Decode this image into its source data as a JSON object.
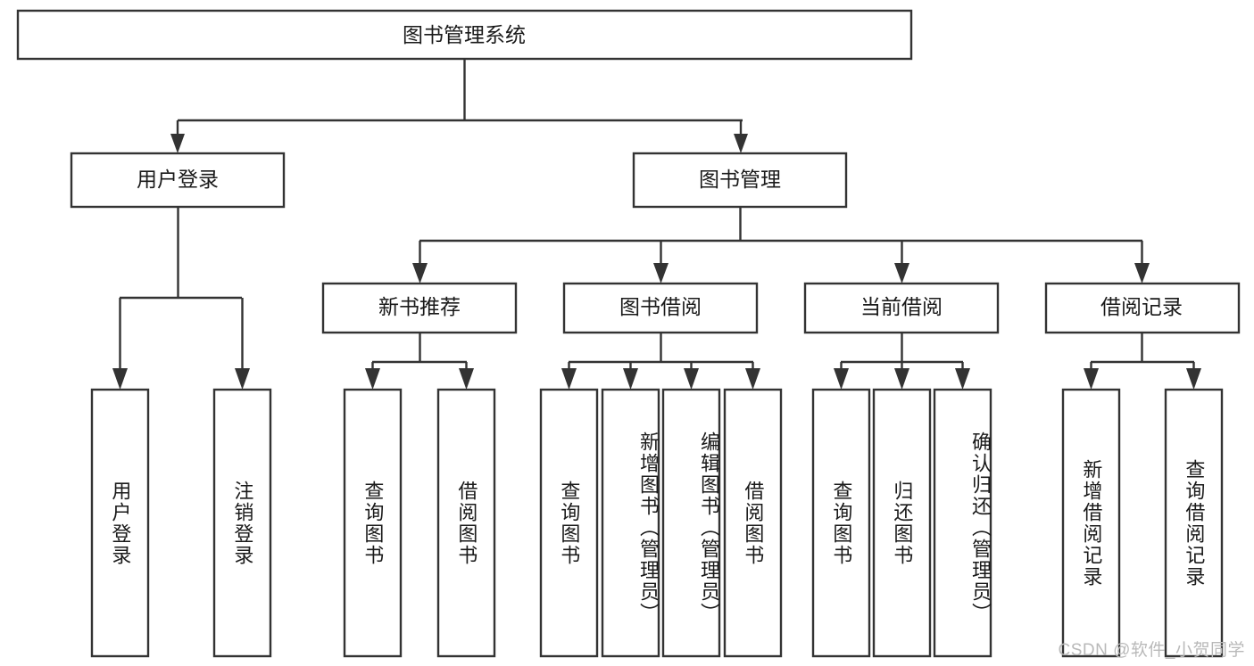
{
  "diagram": {
    "title": "图书管理系统",
    "type": "tree",
    "orientation": "top-down",
    "colors": {
      "background": "#ffffff",
      "box_fill": "#ffffff",
      "box_stroke": "#333333",
      "text": "#1a1a1a",
      "watermark": "#b9b9b9"
    },
    "watermark": "CSDN @软件_小贺同学",
    "nodes": {
      "root": {
        "label": "图书管理系统",
        "level": 0,
        "orientation": "horizontal"
      },
      "level2": [
        {
          "label": "用户登录",
          "orientation": "horizontal"
        },
        {
          "label": "图书管理",
          "orientation": "horizontal"
        }
      ],
      "level3": [
        {
          "label": "新书推荐",
          "orientation": "horizontal"
        },
        {
          "label": "图书借阅",
          "orientation": "horizontal"
        },
        {
          "label": "当前借阅",
          "orientation": "horizontal"
        },
        {
          "label": "借阅记录",
          "orientation": "horizontal"
        }
      ],
      "leaves": {
        "user_login": [
          {
            "label": "用户登录",
            "orientation": "vertical"
          },
          {
            "label": "注销登录",
            "orientation": "vertical"
          }
        ],
        "new_book_recommend": [
          {
            "label": "查询图书",
            "orientation": "vertical"
          },
          {
            "label": "借阅图书",
            "orientation": "vertical"
          }
        ],
        "book_borrow": [
          {
            "label": "查询图书",
            "orientation": "vertical"
          },
          {
            "label": "新增图书（管理员）",
            "orientation": "vertical"
          },
          {
            "label": "编辑图书（管理员）",
            "orientation": "vertical"
          },
          {
            "label": "借阅图书",
            "orientation": "vertical"
          }
        ],
        "current_borrow": [
          {
            "label": "查询图书",
            "orientation": "vertical"
          },
          {
            "label": "归还图书",
            "orientation": "vertical"
          },
          {
            "label": "确认归还（管理员）",
            "orientation": "vertical"
          }
        ],
        "borrow_record": [
          {
            "label": "新增借阅记录",
            "orientation": "vertical"
          },
          {
            "label": "查询借阅记录",
            "orientation": "vertical"
          }
        ]
      }
    }
  }
}
